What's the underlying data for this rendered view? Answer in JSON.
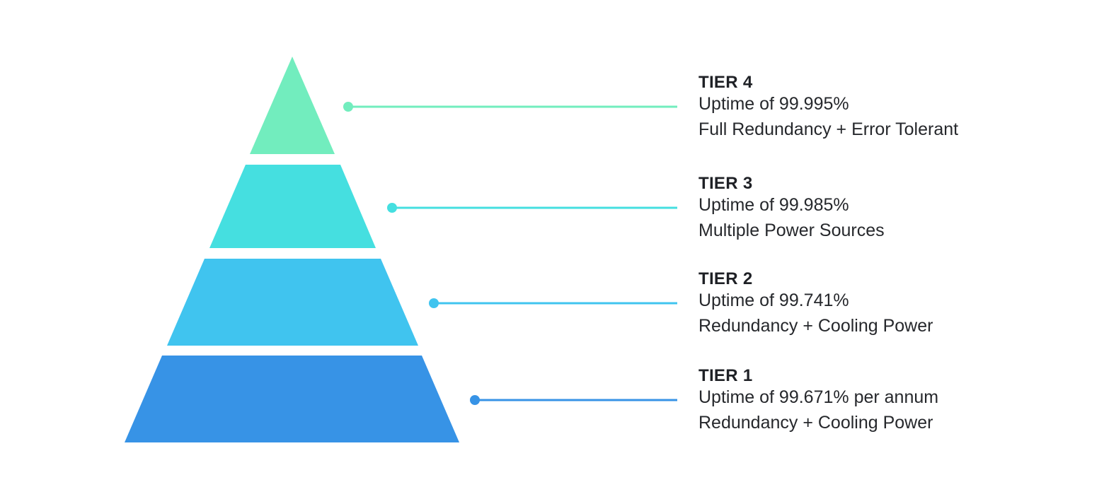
{
  "tiers": [
    {
      "title": "TIER 4",
      "uptime": "Uptime of 99.995%",
      "description": "Full Redundancy + Error Tolerant",
      "color": "#72EDBE"
    },
    {
      "title": "TIER 3",
      "uptime": "Uptime of 99.985%",
      "description": "Multiple Power Sources",
      "color": "#45DFE0"
    },
    {
      "title": "TIER 2",
      "uptime": "Uptime of 99.741%",
      "description": "Redundancy + Cooling Power",
      "color": "#40C4EF"
    },
    {
      "title": "TIER 1",
      "uptime": "Uptime of 99.671% per annum",
      "description": "Redundancy + Cooling Power",
      "color": "#3793E6"
    }
  ]
}
